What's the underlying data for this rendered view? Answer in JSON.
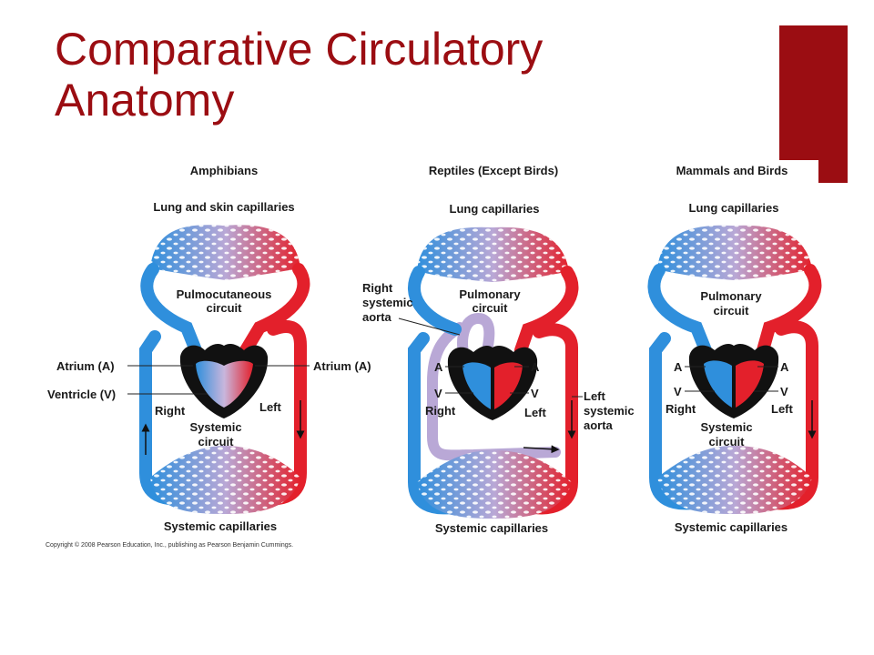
{
  "slide": {
    "title": "Comparative Circulatory Anatomy",
    "accent_color": "#9b0d12"
  },
  "colors": {
    "oxygen_poor": "#2f8fdc",
    "oxygen_rich": "#e3202b",
    "mixed": "#b9a8d6",
    "heart": "#111111"
  },
  "panels": {
    "amphibians": {
      "header": "Amphibians",
      "top_capillaries": "Lung and skin capillaries",
      "circuit_line1": "Pulmocutaneous",
      "circuit_line2": "circuit",
      "atrium_left": "Atrium (A)",
      "atrium_right": "Atrium (A)",
      "ventricle": "Ventricle (V)",
      "right": "Right",
      "left": "Left",
      "systemic_line1": "Systemic",
      "systemic_line2": "circuit",
      "bottom_capillaries": "Systemic capillaries"
    },
    "reptiles": {
      "header": "Reptiles (Except Birds)",
      "top_capillaries": "Lung capillaries",
      "rsa_line1": "Right",
      "rsa_line2": "systemic",
      "rsa_line3": "aorta",
      "circuit_line1": "Pulmonary",
      "circuit_line2": "circuit",
      "a_left": "A",
      "a_right": "A",
      "v_left": "V",
      "v_right": "V",
      "right": "Right",
      "left": "Left",
      "lsa_line1": "Left",
      "lsa_line2": "systemic",
      "lsa_line3": "aorta",
      "bottom_capillaries": "Systemic capillaries"
    },
    "mammals": {
      "header": "Mammals and Birds",
      "top_capillaries": "Lung capillaries",
      "circuit_line1": "Pulmonary",
      "circuit_line2": "circuit",
      "a_left": "A",
      "a_right": "A",
      "v_left": "V",
      "v_right": "V",
      "right": "Right",
      "left": "Left",
      "systemic_line1": "Systemic",
      "systemic_line2": "circuit",
      "bottom_capillaries": "Systemic capillaries"
    }
  },
  "copyright": "Copyright © 2008 Pearson Education, Inc., publishing as Pearson Benjamin Cummings."
}
